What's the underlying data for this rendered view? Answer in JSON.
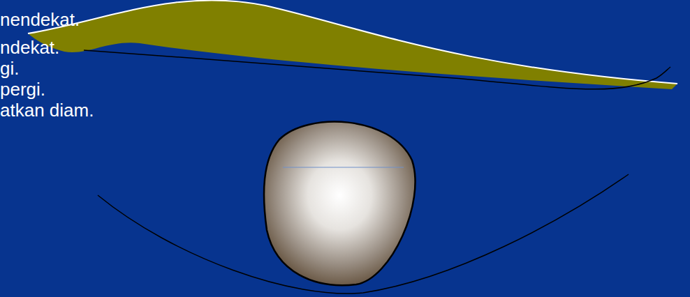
{
  "diagram": {
    "labels": [
      "nendekat.",
      "ndekat.",
      "gi.",
      "pergi.",
      "atkan diam."
    ]
  }
}
